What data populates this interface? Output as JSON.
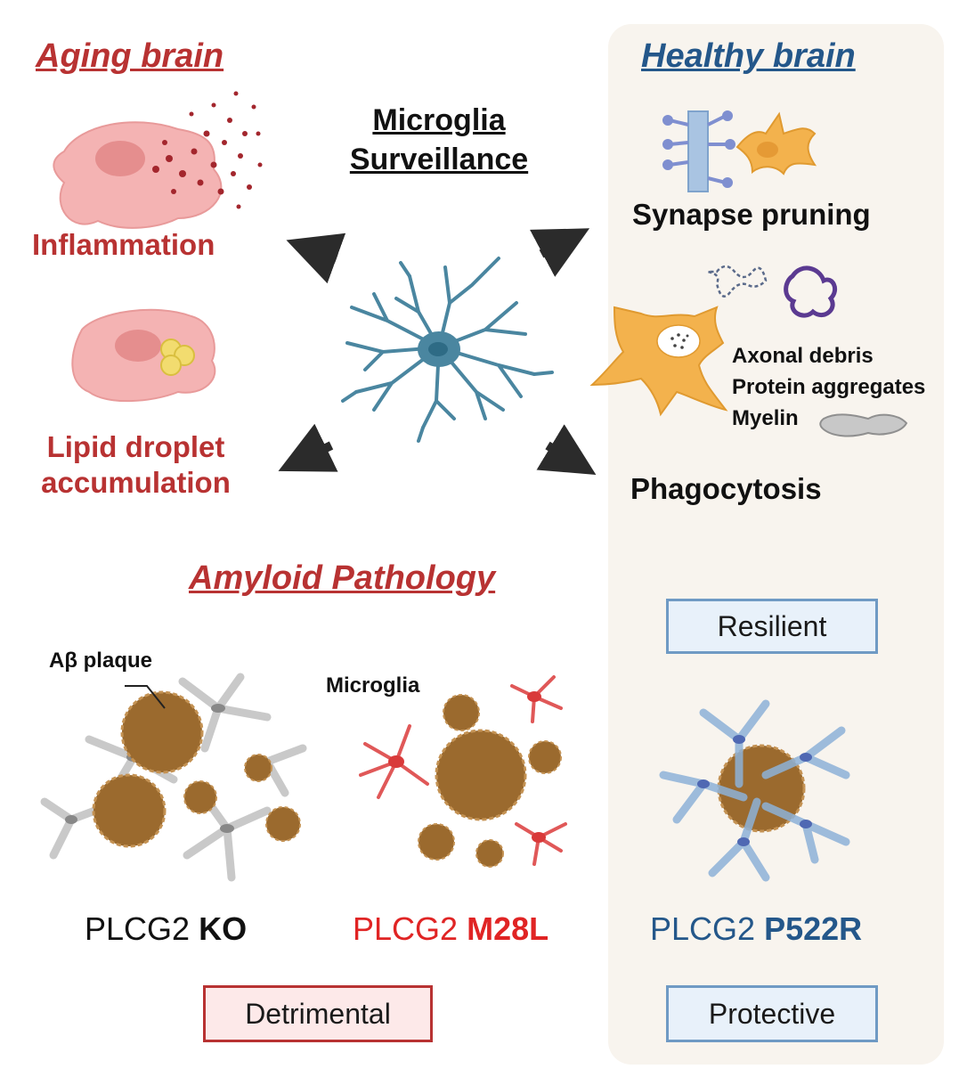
{
  "aging": {
    "heading": "Aging brain",
    "inflammation": "Inflammation",
    "lipid_line1": "Lipid droplet",
    "lipid_line2": "accumulation"
  },
  "center": {
    "title_line1": "Microglia",
    "title_line2": "Surveillance"
  },
  "healthy": {
    "heading": "Healthy brain",
    "synapse": "Synapse pruning",
    "debris": [
      "Axonal debris",
      "Protein aggregates",
      "Myelin"
    ],
    "phagocytosis": "Phagocytosis"
  },
  "amyloid": {
    "heading": "Amyloid Pathology",
    "plaque_label": "Aβ plaque",
    "microglia_label": "Microglia"
  },
  "genotypes": [
    {
      "gene": "PLCG2",
      "variant": "KO"
    },
    {
      "gene": "PLCG2",
      "variant": "M28L"
    },
    {
      "gene": "PLCG2",
      "variant": "P522R"
    }
  ],
  "boxes": {
    "resilient": "Resilient",
    "detrimental": "Detrimental",
    "protective": "Protective"
  },
  "colors": {
    "aging_red": "#b83232",
    "healthy_blue": "#24578a",
    "panel_beige": "#f8f4ee",
    "m28l_red": "#e02424",
    "resting_microglia": "#4a86a0",
    "phagocyte_orange": "#f3b24d",
    "plaque_brown": "#9b6a2e"
  }
}
